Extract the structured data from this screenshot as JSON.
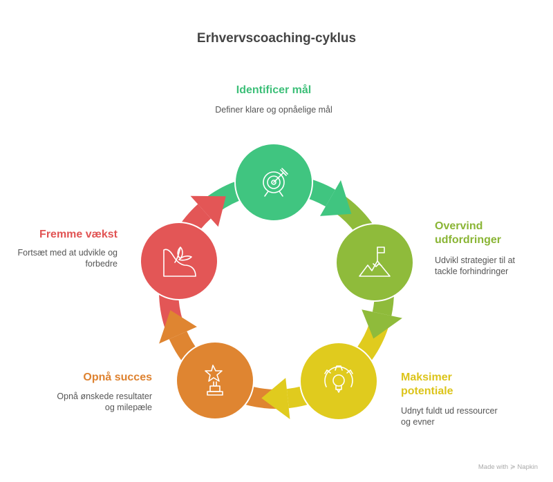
{
  "title": "Erhvervscoaching-cyklus",
  "steps": [
    {
      "title": "Identificer mål",
      "desc": "Definer klare og opnåelige mål",
      "color": "#40c580",
      "text_color": "#3cbf78",
      "icon": "target-icon"
    },
    {
      "title": "Overvind udfordringer",
      "desc": "Udvikl strategier til at tackle forhindringer",
      "color": "#8fbb3b",
      "text_color": "#8ab535",
      "icon": "mountain-flag-icon"
    },
    {
      "title": "Maksimer potentiale",
      "desc": "Udnyt fuldt ud ressourcer og evner",
      "color": "#e0cb1e",
      "text_color": "#dcc41a",
      "icon": "gear-lightbulb-icon"
    },
    {
      "title": "Opnå succes",
      "desc": "Opnå ønskede resultater og milepæle",
      "color": "#df8531",
      "text_color": "#de8230",
      "icon": "trophy-star-icon"
    },
    {
      "title": "Fremme vækst",
      "desc": "Fortsæt med at udvikle og forbedre",
      "color": "#e35656",
      "text_color": "#e15353",
      "icon": "plant-growth-icon"
    }
  ],
  "footer": "Made with ≽ Napkin"
}
